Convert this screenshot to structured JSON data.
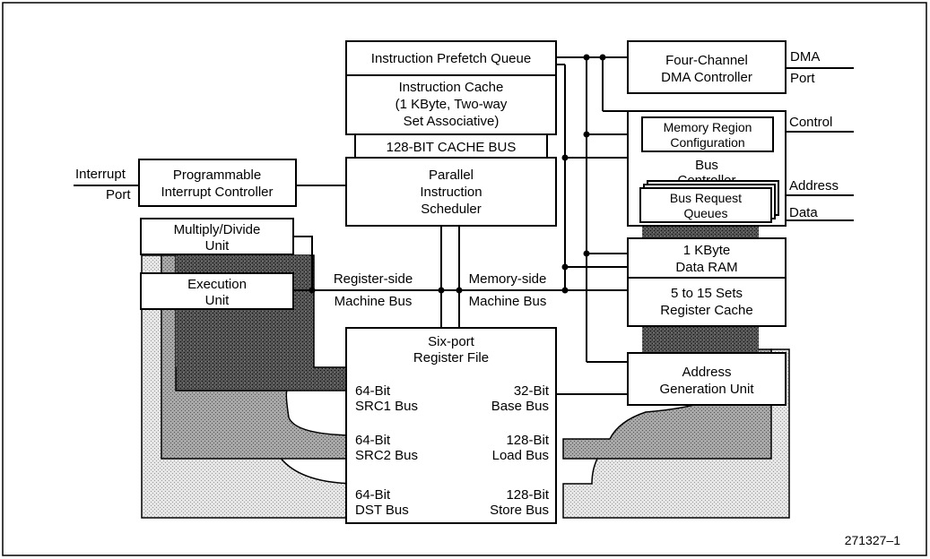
{
  "diagram": {
    "blocks": {
      "prefetch": [
        "Instruction Prefetch Queue"
      ],
      "icache": [
        "Instruction Cache",
        "(1 KByte, Two-way",
        "Set Associative)"
      ],
      "cachebus": [
        "128-BIT CACHE BUS"
      ],
      "scheduler": [
        "Parallel",
        "Instruction",
        "Scheduler"
      ],
      "interrupt_ctrl": [
        "Programmable",
        "Interrupt Controller"
      ],
      "muldiv": [
        "Multiply/Divide",
        "Unit"
      ],
      "exec": [
        "Execution",
        "Unit"
      ],
      "regfile": [
        "Six-port",
        "Register File"
      ],
      "dma_ctrl": [
        "Four-Channel",
        "DMA Controller"
      ],
      "mem_region": [
        "Memory Region",
        "Configuration"
      ],
      "bus_ctrl": [
        "Bus",
        "Controller"
      ],
      "bus_req": [
        "Bus Request",
        "Queues"
      ],
      "data_ram": [
        "1 KByte",
        "Data RAM"
      ],
      "reg_cache": [
        "5 to 15 Sets",
        "Register Cache"
      ],
      "agu": [
        "Address",
        "Generation Unit"
      ]
    },
    "bus_labels": {
      "src1": [
        "64-Bit",
        "SRC1 Bus"
      ],
      "src2": [
        "64-Bit",
        "SRC2 Bus"
      ],
      "dst": [
        "64-Bit",
        "DST Bus"
      ],
      "base": [
        "32-Bit",
        "Base Bus"
      ],
      "load": [
        "128-Bit",
        "Load Bus"
      ],
      "store": [
        "128-Bit",
        "Store Bus"
      ],
      "reg_side": [
        "Register-side",
        "Machine Bus"
      ],
      "mem_side": [
        "Memory-side",
        "Machine Bus"
      ]
    },
    "ports": {
      "interrupt": [
        "Interrupt",
        "Port"
      ],
      "dma": [
        "DMA",
        "Port"
      ],
      "control": "Control",
      "address": "Address",
      "data": "Data"
    },
    "figure_id": "271327–1"
  }
}
